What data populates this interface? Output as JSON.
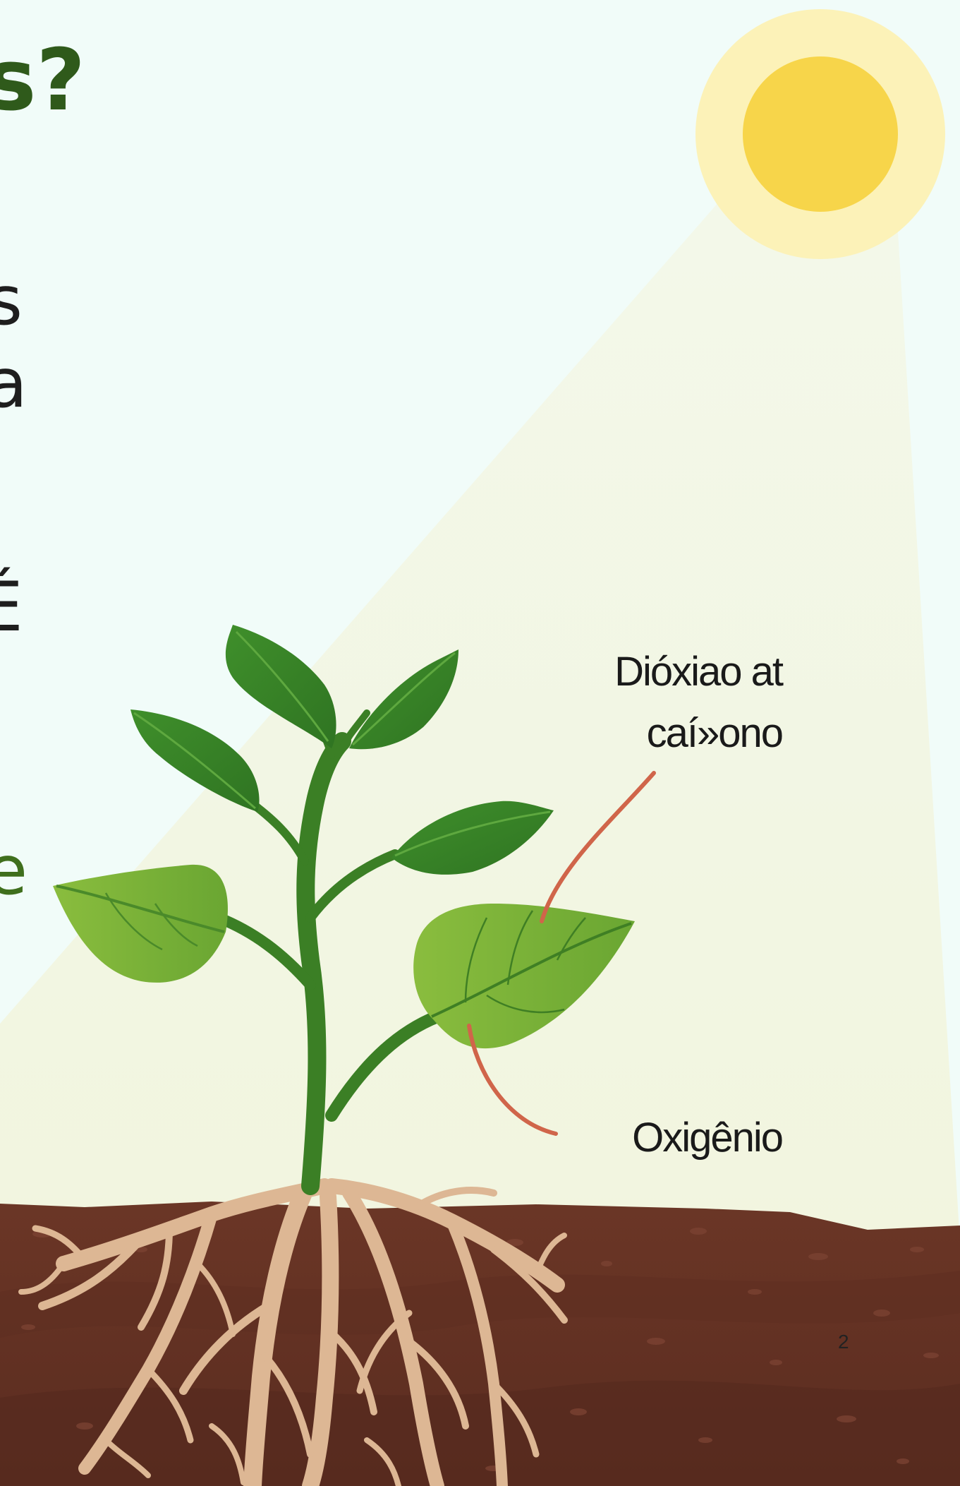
{
  "slide": {
    "heading_fragment": "s?",
    "body_fragments": [
      "s",
      "a",
      "É"
    ],
    "green_fragment": "e",
    "page_number": "2"
  },
  "diagram": {
    "label_co2_line1": "Dióxiao at",
    "label_co2_line2": "caí»ono",
    "label_oxygen": "Oxigênio"
  },
  "colors": {
    "sky": "#f1fcf9",
    "light_beam": "#f2f6e1",
    "sun_halo": "#fcf2b8",
    "sun_core": "#f7d54a",
    "leaf_dark": "#3d8b2a",
    "leaf_light": "#7cb33a",
    "stem": "#3b7f25",
    "soil": "#6a3526",
    "roots": "#ddb794",
    "pointer_line": "#d0654a"
  }
}
